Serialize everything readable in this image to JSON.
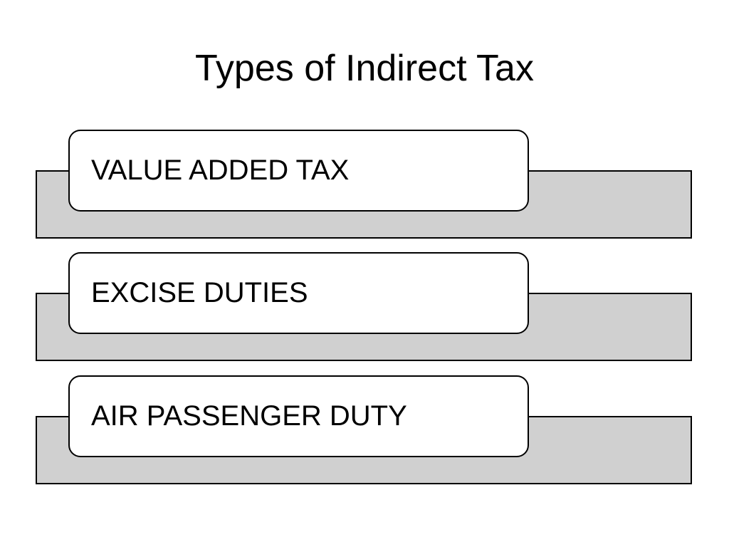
{
  "slide": {
    "title": "Types of Indirect Tax"
  },
  "items": [
    {
      "label": "VALUE ADDED TAX"
    },
    {
      "label": "EXCISE DUTIES"
    },
    {
      "label": "AIR PASSENGER DUTY"
    }
  ],
  "colors": {
    "band_fill": "#d0d0d0",
    "tab_fill": "#ffffff",
    "outline": "#000000"
  }
}
